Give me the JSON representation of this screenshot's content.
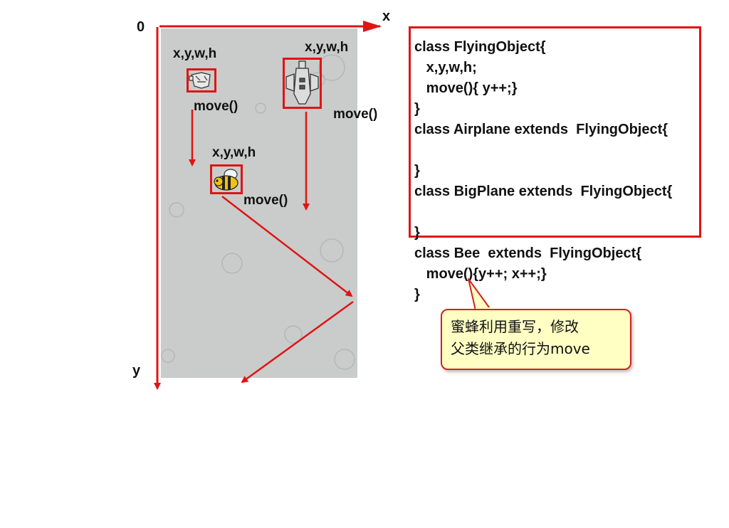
{
  "axes": {
    "origin_label": "0",
    "x_label": "x",
    "y_label": "y"
  },
  "sprites": {
    "airplane": {
      "attrs_label": "x,y,w,h",
      "move_label": "move()"
    },
    "bigplane": {
      "attrs_label": "x,y,w,h",
      "move_label": "move()"
    },
    "bee": {
      "attrs_label": "x,y,w,h",
      "move_label": "move()"
    }
  },
  "code_lines": [
    "class FlyingObject{",
    "   x,y,w,h;",
    "   move(){ y++;}",
    "}",
    "class Airplane extends  FlyingObject{",
    "",
    "}",
    "class BigPlane extends  FlyingObject{",
    "",
    "}",
    "class Bee  extends  FlyingObject{",
    "   move(){y++; x++;}",
    "}"
  ],
  "callout": {
    "line1": "蜜蜂利用重写，修改",
    "line2": "父类继承的行为move"
  },
  "colors": {
    "arrow": "#e01414",
    "panel": "#c9cccb",
    "callout_bg": "#ffffc4"
  }
}
